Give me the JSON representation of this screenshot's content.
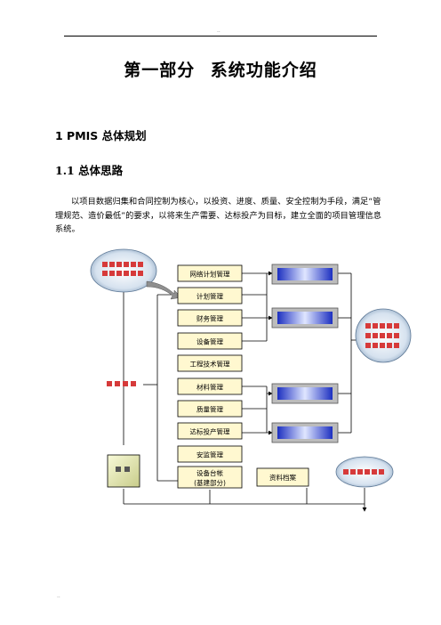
{
  "header": {
    "marker": ".."
  },
  "title": "第一部分   系统功能介绍",
  "section_heading": "1 PMIS 总体规划",
  "subsection_heading": "1.1  总体思路",
  "paragraph": "以项目数据归集和合同控制为核心，以投资、进度、质量、安全控制为手段，满足“管理规范、造价最低”的要求，以将来生产需要、达标投产为目标，建立全面的项目管理信息系统。",
  "diagram": {
    "modules": [
      "网络计划管理",
      "计划管理",
      "财务管理",
      "设备管理",
      "工程技术管理",
      "材料管理",
      "质量管理",
      "达标投产管理",
      "安监管理"
    ],
    "module_last": [
      "设备台帐",
      "(基建部分)"
    ],
    "archive": "资料档案"
  },
  "footer": {
    "marker": ".."
  }
}
